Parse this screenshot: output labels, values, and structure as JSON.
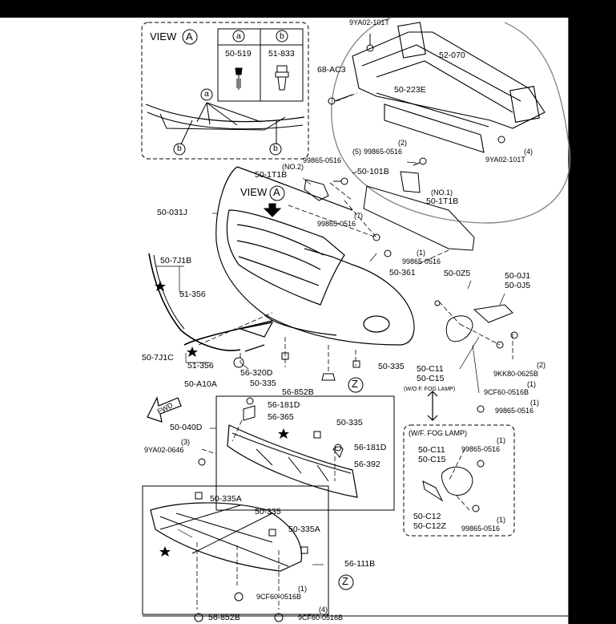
{
  "view_a_box": {
    "title": "VIEW",
    "letter": "A",
    "col_a": "a",
    "col_b": "b",
    "part_a": "50-519",
    "part_b": "51-833",
    "callout_a": "a",
    "callout_b": "b"
  },
  "labels": {
    "p_9ya02_101t_top": "9YA02-101T",
    "p_52_070": "52-070",
    "p_68_ac3": "68-AC3",
    "p_50_223e": "50-223E",
    "p_qty_2a": "(2)",
    "p_qty_5": "(5)",
    "p_99865_0516_a": "99865-0516",
    "p_99865_0516_b": "99865-0516",
    "p_qty_4a": "(4)",
    "p_9ya02_101t_bot": "9YA02-101T",
    "p_no2": "(NO.2)",
    "p_50_1t1b_a": "50-1T1B",
    "p_50_101b": "50-101B",
    "p_99865_0516_c": "99865-0516",
    "p_view_a": "VIEW",
    "p_view_a_letter": "A",
    "p_no1": "(NO.1)",
    "p_50_1t1b_b": "50-1T1B",
    "p_50_031j": "50-031J",
    "p_qty_7": "(7)",
    "p_99865_0516_d": "99865-0516",
    "p_qty_1a": "(1)",
    "p_99865_0516_e": "99865-0516",
    "p_50_7j1b": "50-7J1B",
    "p_50_361": "50-361",
    "p_50_0z5": "50-0Z5",
    "p_50_0j1": "50-0J1",
    "p_50_0j5": "50-0J5",
    "p_51_356_a": "51-356",
    "p_50_7j1c": "50-7J1C",
    "p_51_356_b": "51-356",
    "p_56_320d": "56-320D",
    "p_50_335_a": "50-335",
    "p_50_335_b": "50-335",
    "p_50_a10a": "50-A10A",
    "p_56_852b_a": "56-852B",
    "p_z_a": "Z",
    "p_50_c11_a": "50-C11",
    "p_50_c15_a": "50-C15",
    "p_wo_fog": "(W/O F. FOG LAMP)",
    "p_qty_2b": "(2)",
    "p_9kk80_0625b": "9KK80-0625B",
    "p_qty_1b": "(1)",
    "p_9cf60_0516b_a": "9CF60-0516B",
    "p_qty_1c": "(1)",
    "p_99865_0516_f": "99865-0516",
    "p_fwd": "FWD",
    "p_56_181d_a": "56-181D",
    "p_56_365": "56-365",
    "p_50_335_c": "50-335",
    "p_50_040d": "50-040D",
    "p_qty_3": "(3)",
    "p_9ya02_0646": "9YA02-0646",
    "p_56_181d_b": "56-181D",
    "p_56_392": "56-392",
    "p_wf_fog": "(W/F. FOG LAMP)",
    "p_50_c11_b": "50-C11",
    "p_50_c15_b": "50-C15",
    "p_qty_1d": "(1)",
    "p_99865_0516_g": "99865-0516",
    "p_50_335a_a": "50-335A",
    "p_50_335_d": "50-335",
    "p_50_335a_b": "50-335A",
    "p_50_c12": "50-C12",
    "p_50_c12z": "50-C12Z",
    "p_qty_1e": "(1)",
    "p_99865_0516_h": "99865-0516",
    "p_56_111b": "56-111B",
    "p_z_b": "Z",
    "p_qty_1f": "(1)",
    "p_9cf60_0516b_b": "9CF60-0516B",
    "p_qty_4b": "(4)",
    "p_56_852b_b": "56-852B",
    "p_9cf60_0516b_c": "9CF60-0516B"
  }
}
